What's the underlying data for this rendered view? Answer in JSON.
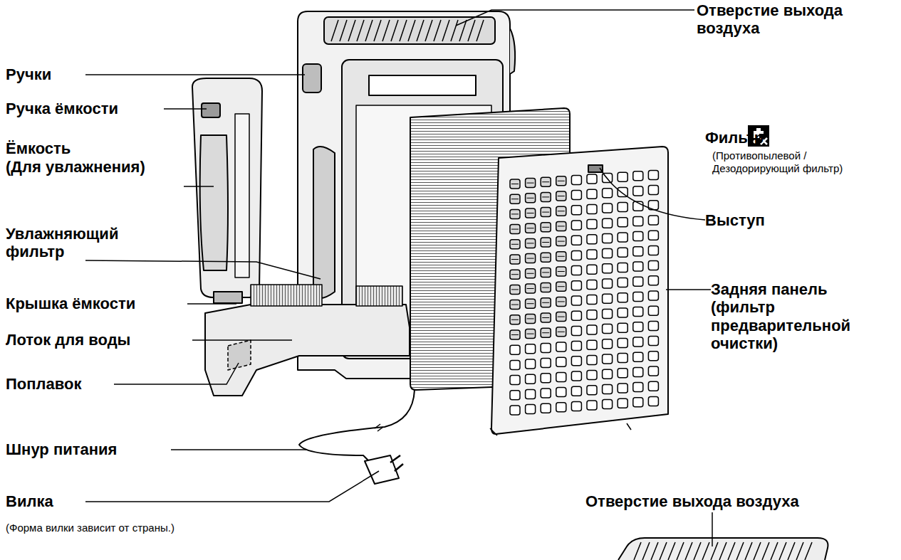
{
  "diagram": {
    "labels": [
      "Отверстие выхода воздуха",
      "Ручки",
      "Ручка ёмкости",
      "Ёмкость",
      "(Для увлажнения)",
      "Увлажняющий фильтр",
      "Крышка ёмкости",
      "Лоток для воды",
      "Поплавок",
      "Шнур питания",
      "Вилка",
      "(Форма вилки зависит от страны.)",
      "Фильтр",
      "(Противопылевой / Дезодорирующий фильтр)",
      "Выступ",
      "Задняя панель (фильтр предварительной очистки)",
      "Отверстие выхода воздуха"
    ]
  }
}
